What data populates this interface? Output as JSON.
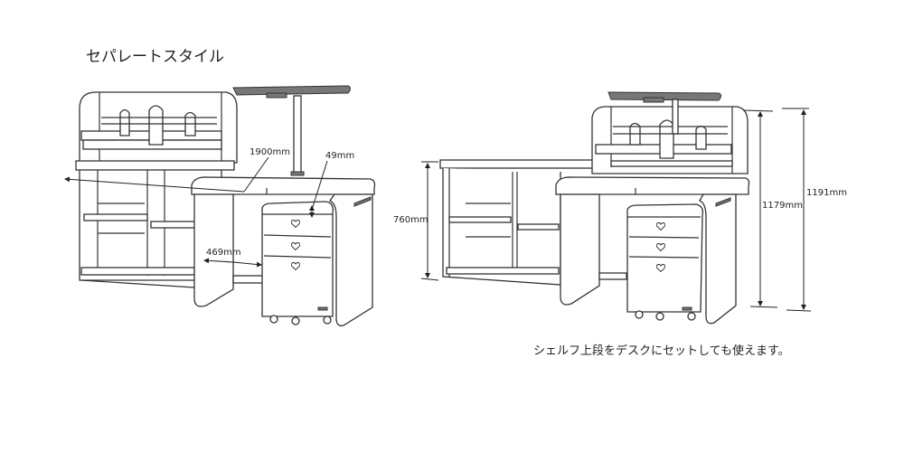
{
  "title": "セパレートスタイル",
  "caption": "シェルフ上段をデスクにセットしても使えます。",
  "left_diagram": {
    "width_label": "1900mm",
    "gap_label": "49mm",
    "legroom_label": "469mm"
  },
  "right_diagram": {
    "shelf_height_label": "760mm",
    "hutch_height_label": "1179mm",
    "total_height_label": "1191mm"
  }
}
